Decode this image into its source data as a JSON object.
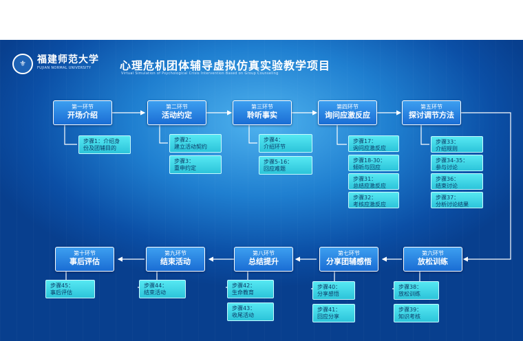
{
  "header": {
    "university_name": "福建师范大学",
    "university_name_en": "FUJIAN NORMAL UNIVERSITY",
    "title": "心理危机团体辅导虚拟仿真实验教学项目",
    "subtitle": "Virtual Simulation of Psychological Crisis Intervention Based on Group Counseling"
  },
  "phases": [
    {
      "label": "第一环节",
      "name": "开场介绍"
    },
    {
      "label": "第二环节",
      "name": "活动约定"
    },
    {
      "label": "第三环节",
      "name": "聆听事实"
    },
    {
      "label": "第四环节",
      "name": "询问应激反应"
    },
    {
      "label": "第五环节",
      "name": "探讨调节方法"
    },
    {
      "label": "第六环节",
      "name": "放松训练"
    },
    {
      "label": "第七环节",
      "name": "分享团辅感悟"
    },
    {
      "label": "第八环节",
      "name": "总结提升"
    },
    {
      "label": "第九环节",
      "name": "结束活动"
    },
    {
      "label": "第十环节",
      "name": "事后评估"
    }
  ],
  "steps": [
    {
      "phase": 1,
      "line1": "步骤1：介绍身",
      "line2": "份及团辅目的"
    },
    {
      "phase": 2,
      "line1": "步骤2：",
      "line2": "建立活动契约"
    },
    {
      "phase": 2,
      "line1": "步骤3：",
      "line2": "重申约定"
    },
    {
      "phase": 3,
      "line1": "步骤4：",
      "line2": "介绍环节"
    },
    {
      "phase": 3,
      "line1": "步骤5-16：",
      "line2": "回应难题"
    },
    {
      "phase": 4,
      "line1": "步骤17：",
      "line2": "询问应激反应"
    },
    {
      "phase": 4,
      "line1": "步骤18-30：",
      "line2": "倾听与回应"
    },
    {
      "phase": 4,
      "line1": "步骤31：",
      "line2": "总结应激反应"
    },
    {
      "phase": 4,
      "line1": "步骤32：",
      "line2": "考核应激反应"
    },
    {
      "phase": 5,
      "line1": "步骤33：",
      "line2": "介绍规则"
    },
    {
      "phase": 5,
      "line1": "步骤34-35：",
      "line2": "参与讨论"
    },
    {
      "phase": 5,
      "line1": "步骤36：",
      "line2": "结束讨论"
    },
    {
      "phase": 5,
      "line1": "步骤37：",
      "line2": "分析讨论结果"
    },
    {
      "phase": 6,
      "line1": "步骤38：",
      "line2": "放松训练"
    },
    {
      "phase": 6,
      "line1": "步骤39：",
      "line2": "知识考核"
    },
    {
      "phase": 7,
      "line1": "步骤40：",
      "line2": "分享感悟"
    },
    {
      "phase": 7,
      "line1": "步骤41：",
      "line2": "回应分享"
    },
    {
      "phase": 8,
      "line1": "步骤42：",
      "line2": "生命教育"
    },
    {
      "phase": 8,
      "line1": "步骤43：",
      "line2": "收尾活动"
    },
    {
      "phase": 9,
      "line1": "步骤44：",
      "line2": "结束活动"
    },
    {
      "phase": 10,
      "line1": "步骤45：",
      "line2": "事后评估"
    }
  ]
}
